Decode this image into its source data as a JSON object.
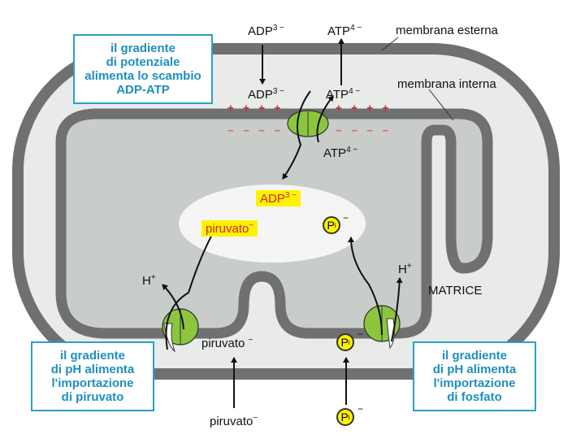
{
  "colors": {
    "outer_membrane": "#707070",
    "intermembrane_space": "#e8ebea",
    "matrix": "#c8cdca",
    "inner_ellipse": "#f4f5f4",
    "transporter_green": "#8cc63f",
    "box_border": "#2aa0c8",
    "box_text": "#1e8fbf",
    "highlight_yellow": "#fff200",
    "highlight_text": "#d8232a",
    "positive_charge": "#d8232a",
    "negative_charge": "#e25b78"
  },
  "membrane_labels": {
    "outer": "membrana esterna",
    "inner": "membrana interna",
    "matrix": "MATRICE"
  },
  "boxes": {
    "adp_atp": [
      "il gradiente",
      "di potenziale",
      "alimenta lo scambio",
      "ADP-ATP"
    ],
    "pyruvate": [
      "il gradiente",
      "di pH alimenta",
      "l'importazione",
      "di piruvato"
    ],
    "phosphate": [
      "il gradiente",
      "di pH alimenta",
      "l'importazione",
      "di fosfato"
    ]
  },
  "molecules": {
    "adp": "ADP",
    "adp_charge": "3 −",
    "atp": "ATP",
    "atp_charge": "4 −",
    "pyruvate": "piruvato",
    "pyruvate_charge": "−",
    "proton": "H",
    "proton_charge": "+",
    "phosphate_p": "P",
    "phosphate_i": "i",
    "phosphate_charge": "−"
  },
  "charges": {
    "plus": "+ + + +",
    "minus": "− − − −"
  },
  "icons": {
    "transporter": "antiporter-symporter-icon",
    "arrow": "arrow-icon"
  }
}
